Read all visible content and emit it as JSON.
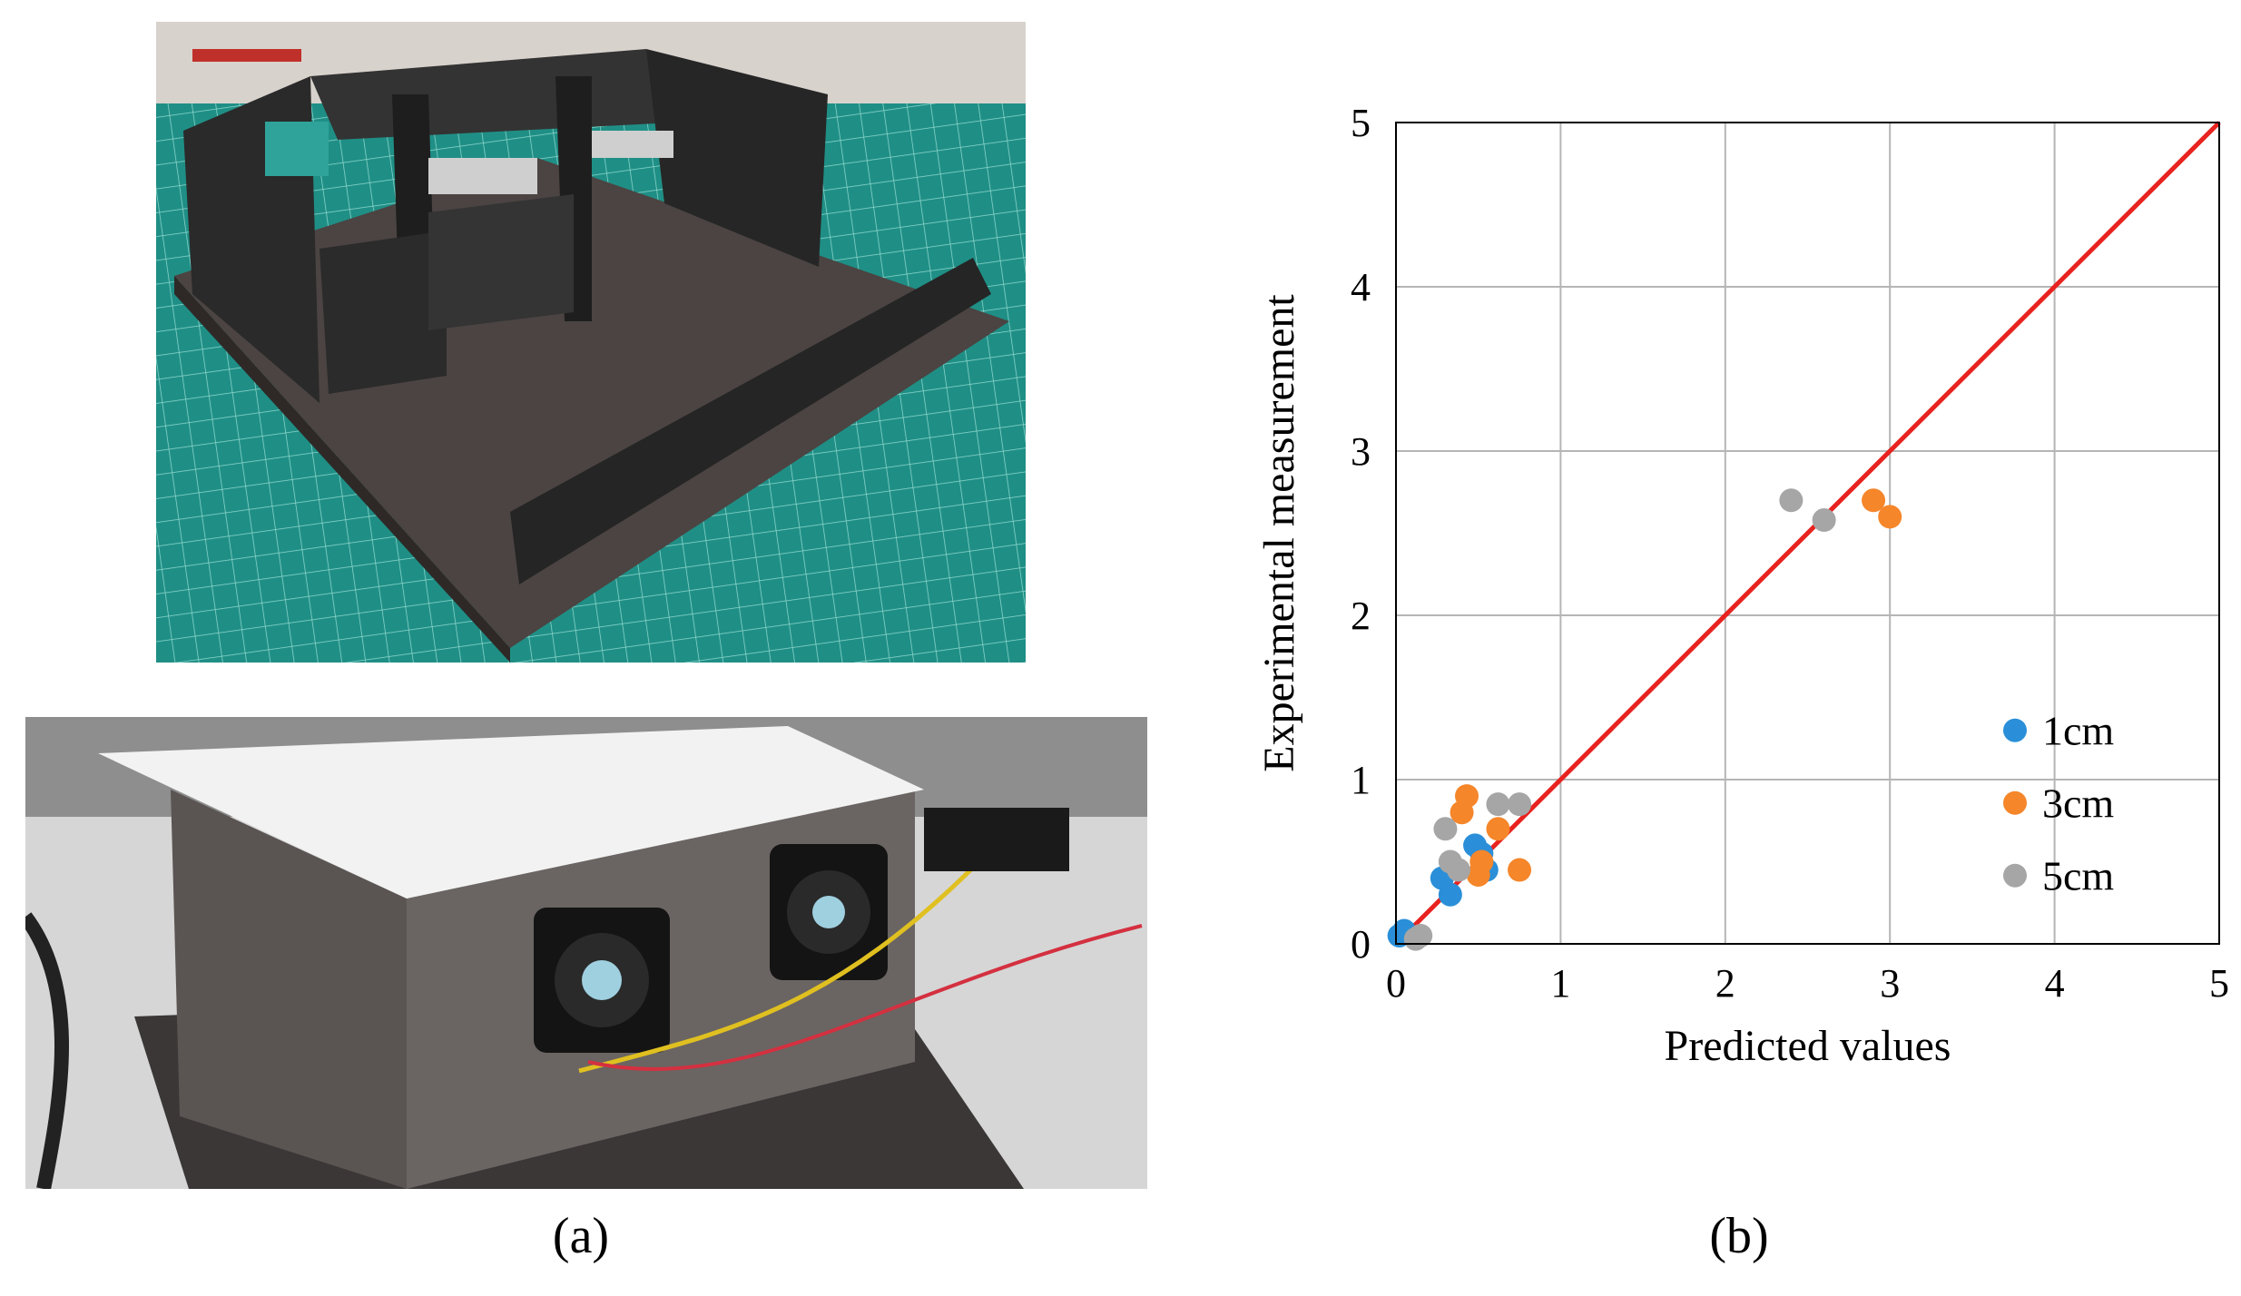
{
  "captions": {
    "a": "(a)",
    "b": "(b)"
  },
  "panel_a": {
    "photo_top": "foam-board architectural model on cutting mat",
    "photo_bottom": "enclosed model box with two cooling fans and wiring"
  },
  "chart_data": {
    "type": "scatter",
    "title": "",
    "xlabel": "Predicted values",
    "ylabel": "Experimental measurement",
    "xlim": [
      0,
      5
    ],
    "ylim": [
      0,
      5
    ],
    "xticks": [
      "0",
      "1",
      "2",
      "3",
      "4",
      "5"
    ],
    "yticks": [
      "0",
      "1",
      "2",
      "3",
      "4",
      "5"
    ],
    "grid": true,
    "legend_position": "lower-right",
    "reference_line": {
      "x": [
        0,
        5
      ],
      "y": [
        0,
        5
      ],
      "color": "#e8231f"
    },
    "series": [
      {
        "name": "1cm",
        "color": "#2a8fd8",
        "points": [
          [
            0.02,
            0.05
          ],
          [
            0.05,
            0.08
          ],
          [
            0.28,
            0.4
          ],
          [
            0.33,
            0.3
          ],
          [
            0.48,
            0.6
          ],
          [
            0.52,
            0.55
          ],
          [
            0.55,
            0.45
          ]
        ]
      },
      {
        "name": "3cm",
        "color": "#f5862a",
        "points": [
          [
            0.4,
            0.8
          ],
          [
            0.43,
            0.9
          ],
          [
            0.5,
            0.42
          ],
          [
            0.52,
            0.5
          ],
          [
            0.62,
            0.7
          ],
          [
            0.75,
            0.45
          ],
          [
            2.9,
            2.7
          ],
          [
            3.0,
            2.6
          ]
        ]
      },
      {
        "name": "5cm",
        "color": "#a6a6a6",
        "points": [
          [
            0.12,
            0.03
          ],
          [
            0.15,
            0.05
          ],
          [
            0.3,
            0.7
          ],
          [
            0.33,
            0.5
          ],
          [
            0.38,
            0.45
          ],
          [
            0.62,
            0.85
          ],
          [
            0.75,
            0.85
          ],
          [
            2.4,
            2.7
          ],
          [
            2.6,
            2.58
          ]
        ]
      }
    ]
  }
}
